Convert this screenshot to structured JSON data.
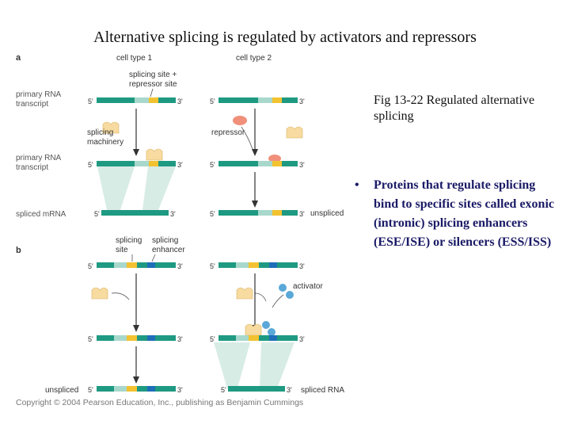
{
  "title": "Alternative splicing is regulated by activators and repressors",
  "figure": {
    "panel_a": "a",
    "panel_b": "b",
    "cell_type_1": "cell type 1",
    "cell_type_2": "cell type 2",
    "splicing_site_line1": "splicing site +",
    "splicing_site_line2": "repressor site",
    "primary_rna_line1": "primary RNA",
    "primary_rna_line2": "transcript",
    "spliced_mrna": "spliced mRNA",
    "splicing_machinery_line1": "splicing",
    "splicing_machinery_line2": "machinery",
    "repressor": "repressor",
    "unspliced": "unspliced",
    "splicing_site_b_line1": "splicing",
    "splicing_site_b_line2": "site",
    "splicing_enhancer_line1": "splicing",
    "splicing_enhancer_line2": "enhancer",
    "activator": "activator",
    "spliced_rna": "spliced RNA",
    "five_prime": "5'",
    "three_prime": "3'",
    "copyright": "Copyright © 2004 Pearson Education, Inc., publishing as Benjamin Cummings",
    "colors": {
      "strand": "#1f9a82",
      "intron": "#a8d8cc",
      "site_yellow": "#f2c230",
      "enhancer_blue": "#1e6eb8",
      "repressor": "#f0907a",
      "machinery": "#f7dba0",
      "activator": "#5aa8d8",
      "splice_shade": "#d8ece6"
    }
  },
  "caption": "Fig 13-22 Regulated alternative splicing",
  "bullet": {
    "marker": "•",
    "text": "Proteins that regulate splicing bind to specific sites called exonic (intronic) splicing enhancers (ESE/ISE) or silencers (ESS/ISS)"
  }
}
